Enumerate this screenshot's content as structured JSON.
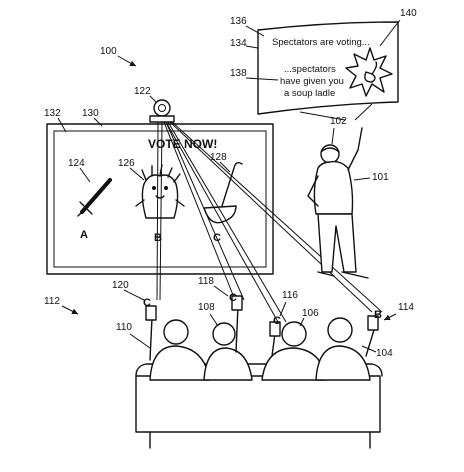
{
  "screen": {
    "heading": "VOTE NOW!",
    "options": [
      "A",
      "B",
      "C"
    ]
  },
  "bubble": {
    "line1": "Spectators are voting...",
    "line2": "...spectators",
    "line3": "have given you",
    "line4": "a soup ladle"
  },
  "vote_letters": {
    "v120": "C",
    "v118": "C",
    "v116": "C",
    "v114": "B"
  },
  "refs": {
    "r100": "100",
    "r101": "101",
    "r102": "102",
    "r104": "104",
    "r106": "106",
    "r108": "108",
    "r110": "110",
    "r112": "112",
    "r114": "114",
    "r116": "116",
    "r118": "118",
    "r120": "120",
    "r122": "122",
    "r124": "124",
    "r126": "126",
    "r128": "128",
    "r130": "130",
    "r132": "132",
    "r134": "134",
    "r136": "136",
    "r138": "138",
    "r140": "140"
  }
}
